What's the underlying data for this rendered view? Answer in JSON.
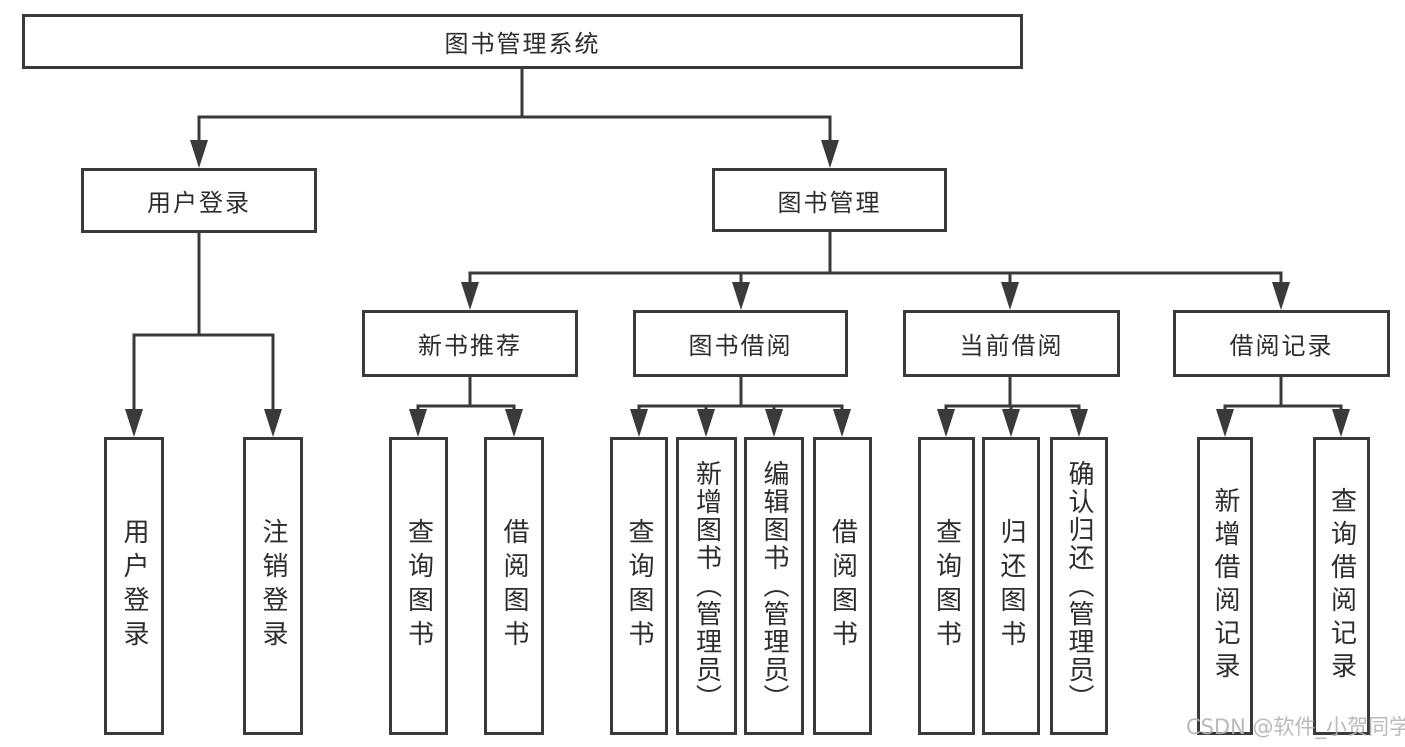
{
  "tree": {
    "id": "root",
    "label": "图书管理系统",
    "children": [
      {
        "id": "user-login",
        "label": "用户登录",
        "children": [
          {
            "id": "leaf-user-login",
            "label": "用户登录"
          },
          {
            "id": "leaf-logout",
            "label": "注销登录"
          }
        ]
      },
      {
        "id": "book-management",
        "label": "图书管理",
        "children": [
          {
            "id": "new-book-recommend",
            "label": "新书推荐",
            "children": [
              {
                "id": "leaf-query-books-1",
                "label": "查询图书"
              },
              {
                "id": "leaf-borrow-books-1",
                "label": "借阅图书"
              }
            ]
          },
          {
            "id": "book-borrowing",
            "label": "图书借阅",
            "children": [
              {
                "id": "leaf-query-books-2",
                "label": "查询图书"
              },
              {
                "id": "leaf-add-books-admin",
                "label": "新增图书（管理员）"
              },
              {
                "id": "leaf-edit-books-admin",
                "label": "编辑图书（管理员）"
              },
              {
                "id": "leaf-borrow-books-2",
                "label": "借阅图书"
              }
            ]
          },
          {
            "id": "current-borrowing",
            "label": "当前借阅",
            "children": [
              {
                "id": "leaf-query-books-3",
                "label": "查询图书"
              },
              {
                "id": "leaf-return-books",
                "label": "归还图书"
              },
              {
                "id": "leaf-confirm-return-admin",
                "label": "确认归还（管理员）"
              }
            ]
          },
          {
            "id": "borrowing-records",
            "label": "借阅记录",
            "children": [
              {
                "id": "leaf-add-borrow-record",
                "label": "新增借阅记录"
              },
              {
                "id": "leaf-query-borrow-record",
                "label": "查询借阅记录"
              }
            ]
          }
        ]
      }
    ]
  },
  "watermark": {
    "text": "CSDN @软件_小贺同学"
  },
  "colors": {
    "line": "#3a3a3a",
    "box_border": "#3a3a3a",
    "box_fill": "#ffffff",
    "text": "#2d2d2d",
    "background": "#ffffff",
    "watermark": "#b6b6b8"
  }
}
